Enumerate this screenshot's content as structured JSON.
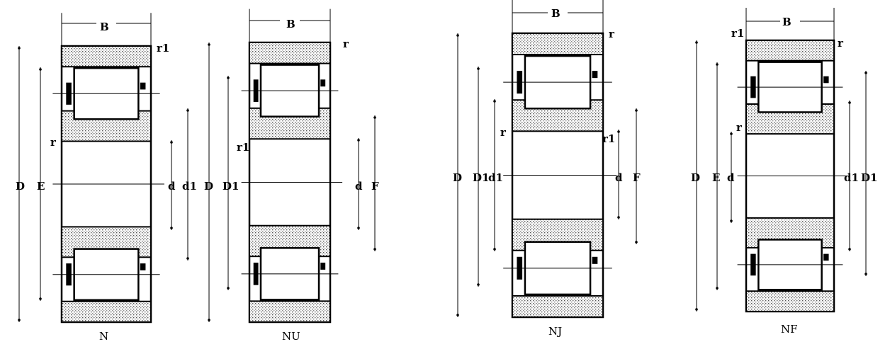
{
  "bearings": [
    {
      "type": "N",
      "caption": "N",
      "labels": {
        "B": "B",
        "r1": "r1",
        "r": "r",
        "D": "D",
        "E": "E",
        "d": "d",
        "d1": "d1"
      }
    },
    {
      "type": "NU",
      "caption": "NU",
      "labels": {
        "B": "B",
        "r": "r",
        "r1": "r1",
        "D": "D",
        "D1": "D1",
        "d": "d",
        "F": "F"
      }
    },
    {
      "type": "NJ",
      "caption": "NJ",
      "labels": {
        "B": "B",
        "r": "r",
        "r_inner": "r",
        "r1": "r1",
        "D": "D",
        "D1": "D1",
        "d1": "d1",
        "d": "d",
        "F": "F"
      }
    },
    {
      "type": "NF",
      "caption": "NF",
      "labels": {
        "B": "B",
        "r1": "r1",
        "r": "r",
        "r_inner": "r",
        "D": "D",
        "E": "E",
        "d": "d",
        "d1": "d1",
        "D1": "D1"
      }
    }
  ]
}
